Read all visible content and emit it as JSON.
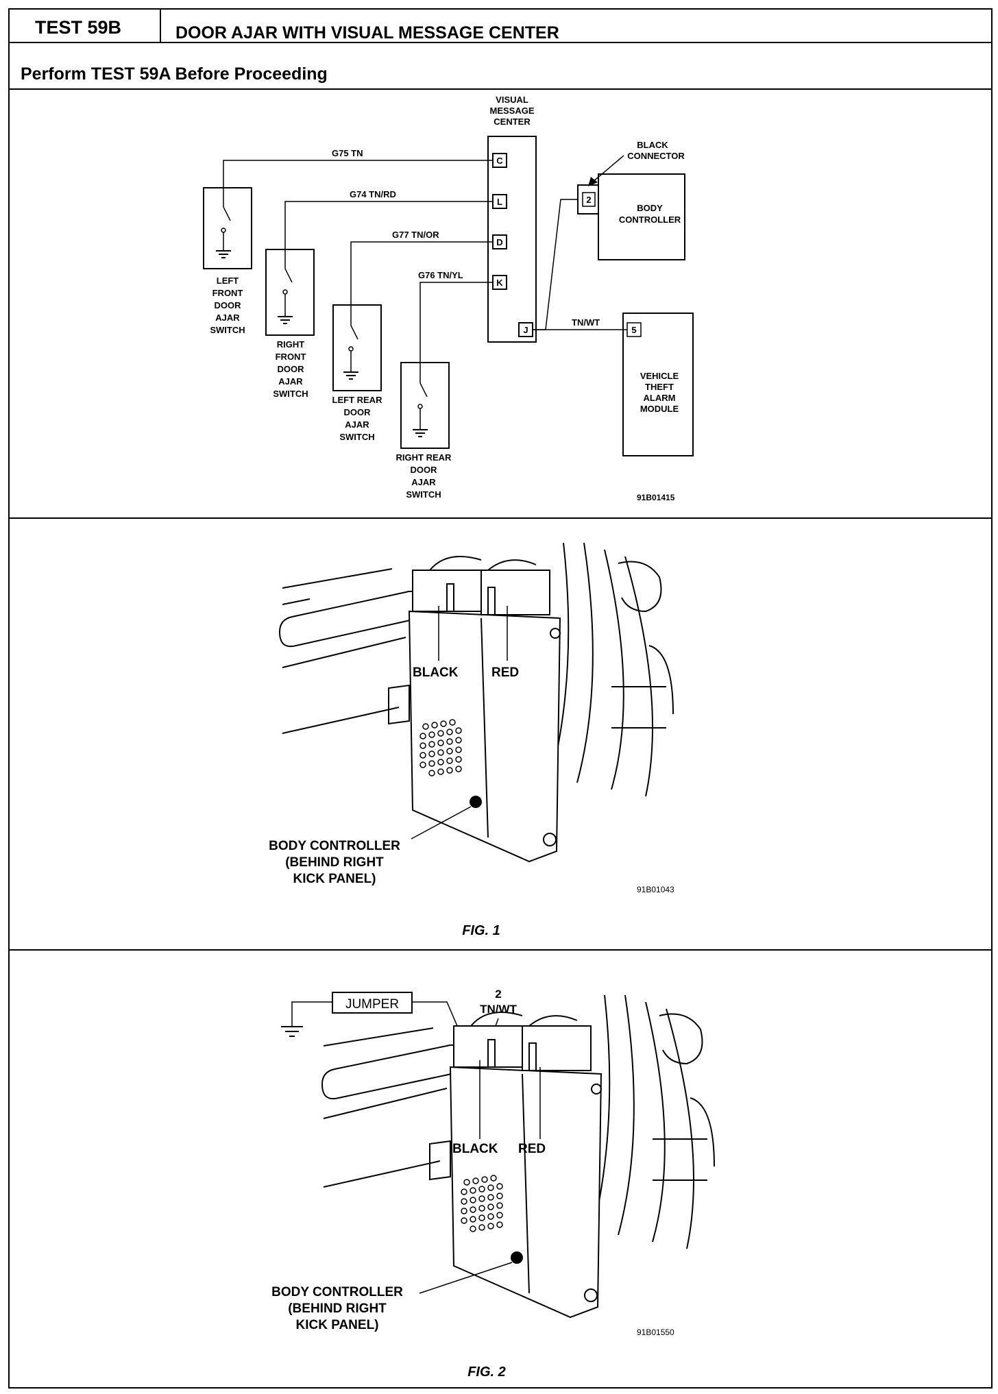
{
  "header": {
    "test_id": "TEST 59B",
    "title": "DOOR AJAR WITH VISUAL MESSAGE CENTER",
    "subtitle": "Perform TEST 59A Before Proceeding"
  },
  "schematic": {
    "vmc_label": [
      "VISUAL",
      "MESSAGE",
      "CENTER"
    ],
    "vmc_pins": [
      "C",
      "L",
      "D",
      "K",
      "J"
    ],
    "wires": [
      "G75  TN",
      "G74  TN/RD",
      "G77  TN/OR",
      "G76  TN/YL",
      "TN/WT"
    ],
    "black_connector_label": [
      "BLACK",
      "CONNECTOR"
    ],
    "body_controller_pin": "2",
    "body_controller_label": [
      "BODY",
      "CONTROLLER"
    ],
    "alarm_pin": "5",
    "alarm_label": [
      "VEHICLE",
      "THEFT",
      "ALARM",
      "MODULE"
    ],
    "switches": [
      [
        "LEFT",
        "FRONT",
        "DOOR",
        "AJAR",
        "SWITCH"
      ],
      [
        "RIGHT",
        "FRONT",
        "DOOR",
        "AJAR",
        "SWITCH"
      ],
      [
        "LEFT REAR",
        "DOOR",
        "AJAR",
        "SWITCH"
      ],
      [
        "RIGHT REAR",
        "DOOR",
        "AJAR",
        "SWITCH"
      ]
    ],
    "ref": "91B01415"
  },
  "fig1": {
    "black": "BLACK",
    "red": "RED",
    "callout": [
      "BODY CONTROLLER",
      "(BEHIND RIGHT",
      "KICK PANEL)"
    ],
    "ref": "91B01043",
    "caption": "FIG. 1"
  },
  "fig2": {
    "jumper": "JUMPER",
    "pin_label": [
      "2",
      "TN/WT"
    ],
    "black": "BLACK",
    "red": "RED",
    "callout": [
      "BODY CONTROLLER",
      "(BEHIND RIGHT",
      "KICK PANEL)"
    ],
    "ref": "91B01550",
    "caption": "FIG. 2"
  }
}
